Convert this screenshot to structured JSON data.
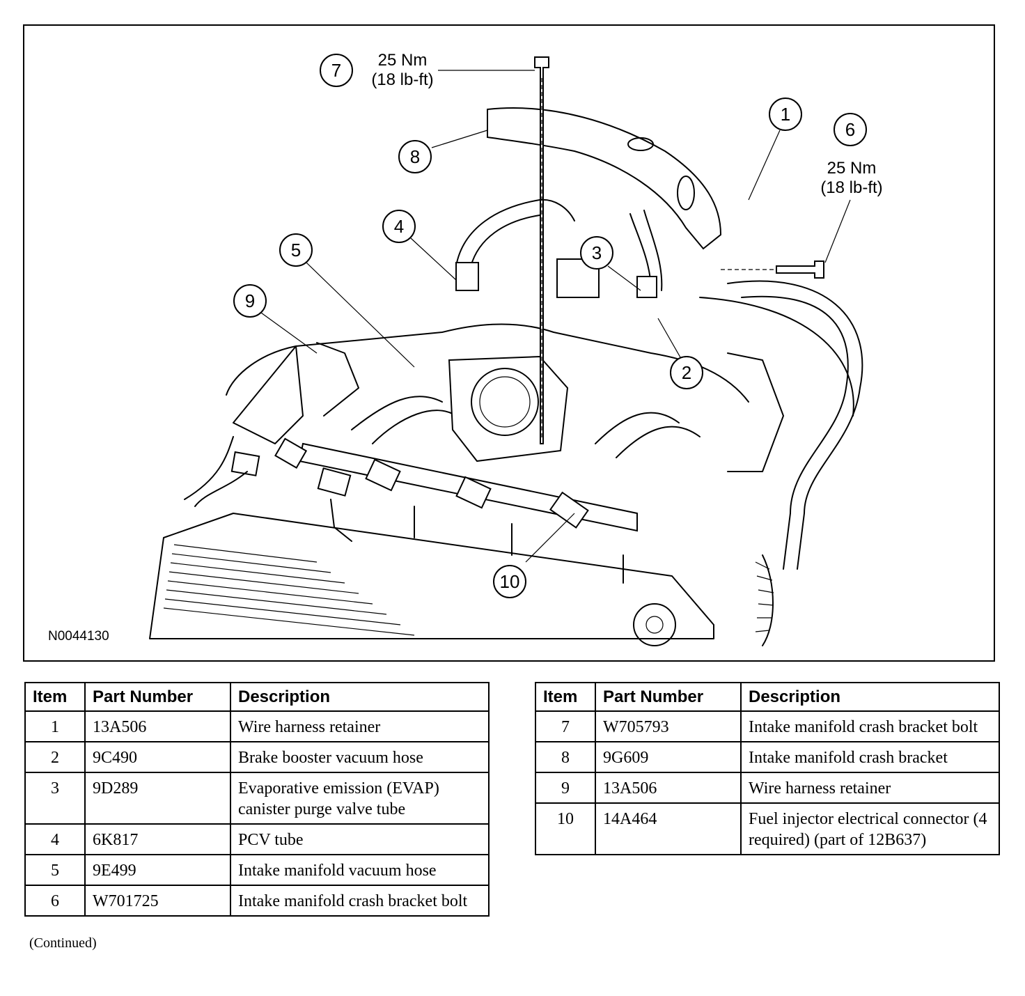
{
  "figure": {
    "id_label": "N0044130",
    "callouts": [
      "1",
      "2",
      "3",
      "4",
      "5",
      "6",
      "7",
      "8",
      "9",
      "10"
    ],
    "torque_6": {
      "nm": "25 Nm",
      "lbft": "(18 lb-ft)"
    },
    "torque_7": {
      "nm": "25 Nm",
      "lbft": "(18 lb-ft)"
    }
  },
  "table_headers": {
    "item": "Item",
    "part": "Part Number",
    "desc": "Description"
  },
  "parts_left": [
    {
      "item": "1",
      "part": "13A506",
      "desc": "Wire harness retainer"
    },
    {
      "item": "2",
      "part": "9C490",
      "desc": "Brake booster vacuum hose"
    },
    {
      "item": "3",
      "part": "9D289",
      "desc": "Evaporative emission (EVAP) canister purge valve tube"
    },
    {
      "item": "4",
      "part": "6K817",
      "desc": "PCV tube"
    },
    {
      "item": "5",
      "part": "9E499",
      "desc": "Intake manifold vacuum hose"
    },
    {
      "item": "6",
      "part": "W701725",
      "desc": "Intake manifold crash bracket bolt"
    }
  ],
  "parts_right": [
    {
      "item": "7",
      "part": "W705793",
      "desc": "Intake manifold crash bracket bolt"
    },
    {
      "item": "8",
      "part": "9G609",
      "desc": "Intake manifold crash bracket"
    },
    {
      "item": "9",
      "part": "13A506",
      "desc": "Wire harness retainer"
    },
    {
      "item": "10",
      "part": "14A464",
      "desc": "Fuel injector electrical connector (4 required) (part of 12B637)"
    }
  ],
  "footer_note": "(Continued)"
}
